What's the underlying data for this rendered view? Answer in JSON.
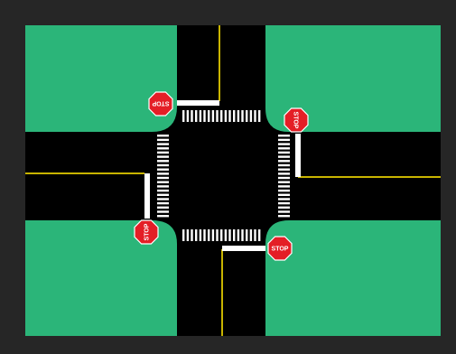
{
  "diagram": {
    "colors": {
      "frame": "#262626",
      "road": "#000000",
      "grass": "#2bb579",
      "lane_yellow": "#c8b400",
      "stop_line": "#ffffff",
      "crosswalk": "#ffffff",
      "sign_red": "#e41e26",
      "sign_border": "#ffffff"
    },
    "signs": [
      {
        "id": "nw",
        "label": "STOP"
      },
      {
        "id": "ne",
        "label": "STOP"
      },
      {
        "id": "sw",
        "label": "STOP"
      },
      {
        "id": "se",
        "label": "STOP"
      }
    ]
  }
}
